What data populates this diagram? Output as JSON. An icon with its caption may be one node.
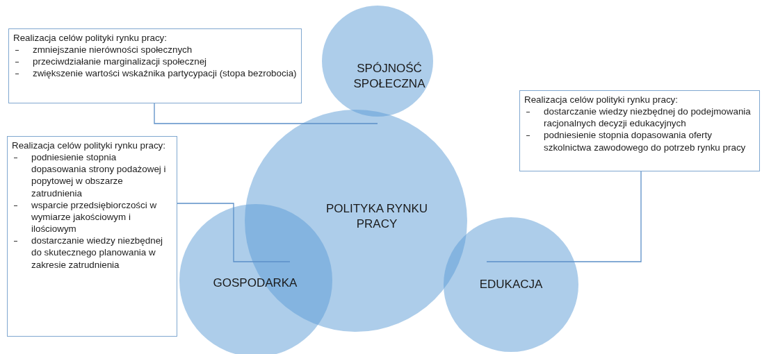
{
  "diagram": {
    "nodes": [
      {
        "text": [
          "SPÓJNOŚĆ SPOŁECZNA"
        ]
      },
      {
        "text": [
          "POLITYKA RYNKU PRACY"
        ]
      },
      {
        "text": [
          "GOSPODARKA"
        ]
      },
      {
        "text": [
          "EDUKACJA"
        ]
      },
      {
        "text": [
          "Realizacja celów polityki rynku pracy:",
          "zmniejszanie nierówności społecznych",
          "przeciwdziałanie marginalizacji społecznej",
          "zwiększenie wartości wskaźnika partycypacji (stopa bezrobocia)"
        ]
      },
      {
        "text": [
          "Realizacja celów polityki rynku pracy:",
          "dostarczanie wiedzy niezbędnej do podejmowania racjonalnych decyzji edukacyjnych",
          "podniesienie stopnia dopasowania oferty szkolnictwa zawodowego do potrzeb rynku pracy"
        ]
      },
      {
        "text": [
          "Realizacja celów polityki rynku pracy:",
          "podniesienie stopnia dopasowania strony podażowej i popytowej w obszarze zatrudnienia",
          "wsparcie przedsiębiorczości w wymiarze jakościowym i ilościowym",
          "dostarczanie wiedzy niezbędnej do skutecznego planowania w zakresie zatrudnienia"
        ]
      }
    ],
    "edges": [
      {
        "from": 4,
        "to": 0,
        "arrow": "none"
      },
      {
        "from": 6,
        "to": 2,
        "arrow": "none"
      },
      {
        "from": 5,
        "to": 3,
        "arrow": "none"
      }
    ]
  }
}
